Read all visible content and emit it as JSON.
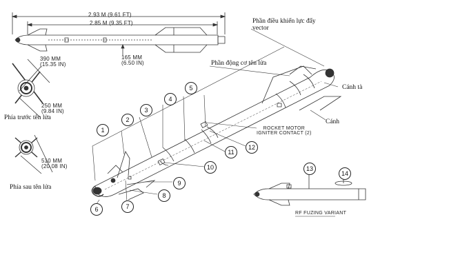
{
  "dimensions": {
    "overall_length": "2.93 M (9.61 FT)",
    "body_length": "2.85 M (9.35 FT)",
    "body_diameter": "165 MM\n(6.50 IN)",
    "front_span": "390 MM\n(15.35 IN)",
    "front_inner": "250 MM\n(9.84 IN)",
    "rear_span": "510 MM\n(20.08 IN)"
  },
  "labels": {
    "front_view": "Phía trước tên lửa",
    "rear_view": "Phía sau tên lửa",
    "thrust_vector_control": "Phần điều khiển lực đẩy\nvector",
    "rocket_motor_section": "Phần động cơ tên lửa",
    "tail_fin": "Cánh tà",
    "wing": "Cánh",
    "igniter_contact": "ROCKET MOTOR\nIGNITER CONTACT (2)",
    "rf_fuzing_variant": "RF FUZING VARIANT"
  },
  "callouts": [
    "1",
    "2",
    "3",
    "4",
    "5",
    "6",
    "7",
    "8",
    "9",
    "10",
    "11",
    "12",
    "13",
    "14"
  ]
}
